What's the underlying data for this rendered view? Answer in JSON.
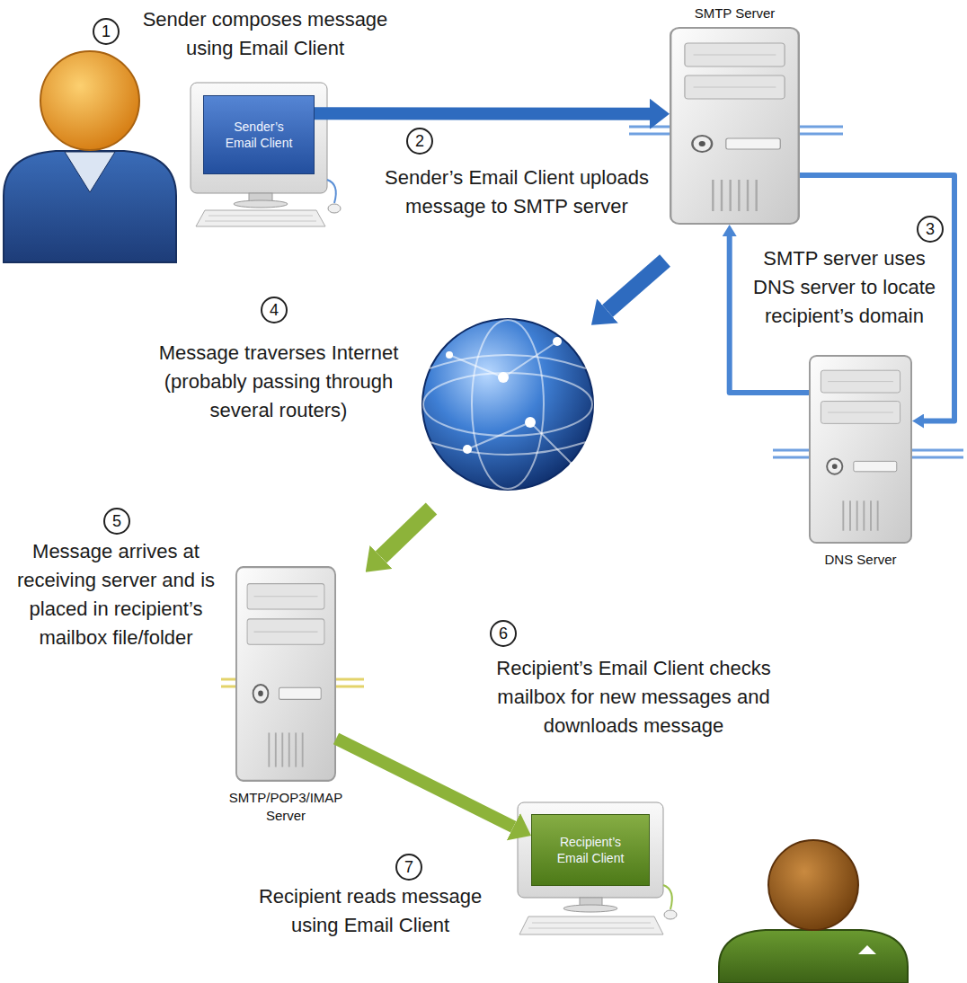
{
  "diagram": {
    "nodes": [
      {
        "text": [
          "1"
        ]
      },
      {
        "text": [
          "Sender’s Email Client"
        ]
      },
      {
        "text": [
          "2"
        ]
      },
      {
        "text": [
          "SMTP Server"
        ]
      },
      {
        "text": [
          "3"
        ]
      },
      {
        "text": [
          "4"
        ]
      },
      {
        "text": [
          "DNS Server"
        ]
      },
      {
        "text": [
          "5"
        ]
      },
      {
        "text": [
          "SMTP/POP3/IMAP Server"
        ]
      },
      {
        "text": [
          "6"
        ]
      },
      {
        "text": [
          "Recipient’s Email Client"
        ]
      },
      {
        "text": [
          "7"
        ]
      }
    ],
    "edges": [
      {
        "from": 1,
        "to": 3,
        "arrow": "to"
      },
      {
        "from": 3,
        "to": 6,
        "arrow": "to"
      },
      {
        "from": 6,
        "to": 3,
        "arrow": "to"
      },
      {
        "from": 8,
        "to": 10,
        "arrow": "to"
      }
    ],
    "labels": [
      "Sender composes message using Email Client",
      "Sender’s Email Client uploads message to SMTP server",
      "SMTP server uses DNS server to locate recipient’s domain",
      "Message traverses Internet (probably passing through several routers)",
      "Message arrives at receiving server and is placed in recipient’s mailbox file/folder",
      "Recipient’s Email Client checks mailbox for new messages and downloads message",
      "Recipient reads message using Email Client"
    ]
  }
}
